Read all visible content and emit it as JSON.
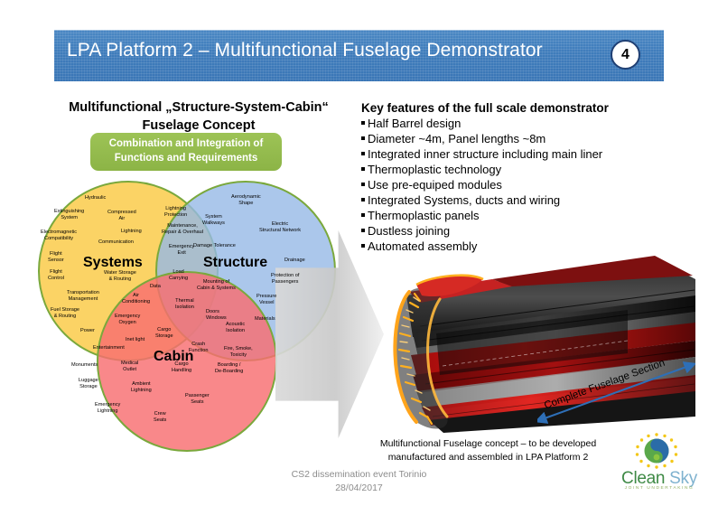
{
  "header": {
    "title": "LPA Platform 2 – Multifunctional Fuselage Demonstrator",
    "slide_number": "4",
    "banner_color": "#3f7cbb",
    "badge_border_color": "#1f3f73"
  },
  "left": {
    "heading_line1": "Multifunctional „Structure-System-Cabin“",
    "heading_line2": "Fuselage Concept",
    "green_box": {
      "line1": "Combination and Integration of",
      "line2": "Functions and Requirements",
      "color": "#8cb446"
    },
    "venn": {
      "circles": [
        {
          "label": "Systems",
          "color": "#facd50"
        },
        {
          "label": "Structure",
          "color": "#96b9e6"
        },
        {
          "label": "Cabin",
          "color": "#f86e70"
        }
      ],
      "systems_tags": [
        "Hydraulic",
        "Extinguishing<br>System",
        "Compressed<br>Air",
        "Electromagnetic<br>Compatibility",
        "Lightning",
        "Communication",
        "Flight<br>Sensor",
        "Flight<br>Control",
        "Water Storage<br>&amp; Routing",
        "Transportation<br>Management",
        "Fuel Storage<br>&amp; Routing",
        "Power"
      ],
      "structure_tags": [
        "Lightning<br>Protection",
        "Aerodynamic<br>Shape",
        "System<br>Walkways",
        "Electric<br>Structural Network",
        "Damage Tolerance",
        "Drainage",
        "Protection of<br>Passengers",
        "Pressure<br>Vessel",
        "Materials",
        "Windows"
      ],
      "cabin_tags": [
        "Cargo<br>Storage",
        "Entertainment",
        "Inet light",
        "Crash<br>Function",
        "Fire, Smoke,<br>Toxicity",
        "Monuments",
        "Medical<br>Outlet",
        "Cargo<br>Handling",
        "Boarding /<br>De-Boarding",
        "Luggage<br>Storage",
        "Ambient<br>Lightning",
        "Passenger<br>Seats",
        "Emergency<br>Lightning",
        "Crew<br>Seats"
      ],
      "overlap_tags": [
        "Maintenance,<br>Repair &amp; Overhaul",
        "Emergency<br>Exit",
        "Load<br>Carrying",
        "Mounting of<br>Cabin &amp; Systems",
        "Thermal<br>Isolation",
        "Doors",
        "Acoustic<br>Isolation",
        "Air<br>Conditioning",
        "Emergency<br>Oxygen",
        "Data"
      ]
    }
  },
  "right": {
    "features_title": "Key features of the full scale demonstrator",
    "features": [
      "Half Barrel design",
      "Diameter  ~4m, Panel lengths ~8m",
      "Integrated inner structure including main liner",
      "Thermoplastic technology",
      "Use pre-equiped modules",
      "Integrated Systems, ducts and wiring",
      "Thermoplastic panels",
      "Dustless joining",
      "Automated assembly"
    ],
    "dimension_label": "Complete Fuselage Section",
    "caption_line1": "Multifunctional Fuselage concept – to be developed",
    "caption_line2": "manufactured and assembled in LPA Platform 2"
  },
  "logo": {
    "name_part1": "Clean",
    "name_part2": "Sky",
    "subtitle": "JOINT UNDERTAKING",
    "green": "#3f8a46",
    "blue": "#7fb2cf"
  },
  "footer": {
    "line1": "CS2 dissemination event Torinio",
    "line2": "28/04/2017"
  }
}
